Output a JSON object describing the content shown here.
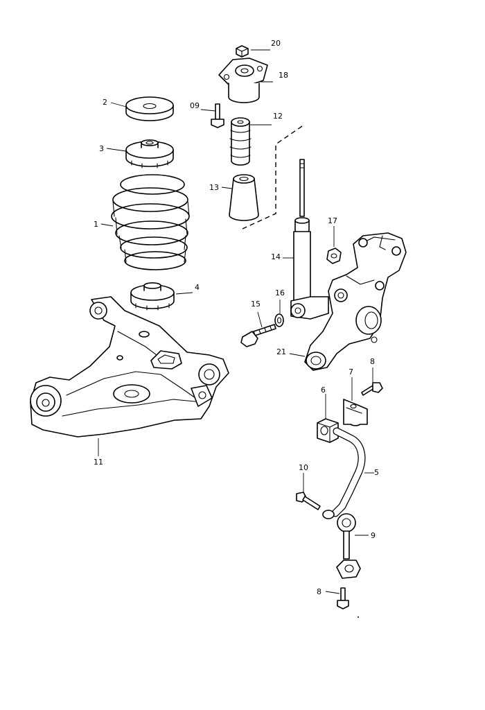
{
  "colors": {
    "line": "#000000",
    "background": "#ffffff"
  },
  "labels": {
    "p1": "1",
    "p2": "2",
    "p3": "3",
    "p4": "4",
    "p5": "5",
    "p6": "6",
    "p7": "7",
    "p8a": "8",
    "p8b": "8",
    "p9": "9",
    "p09": "09",
    "p10": "10",
    "p11": "11",
    "p12": "12",
    "p13": "13",
    "p14": "14",
    "p15": "15",
    "p16": "16",
    "p17": "17",
    "p18": "18",
    "p20": "20",
    "p21": "21"
  }
}
